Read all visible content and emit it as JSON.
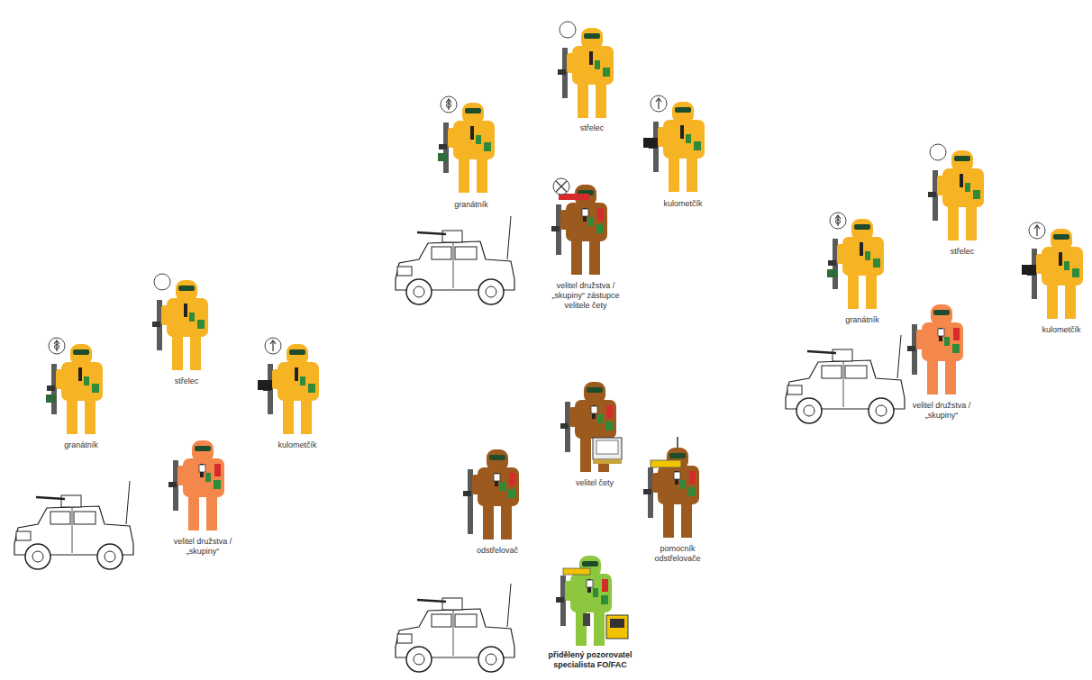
{
  "diagram": {
    "labels": [
      "střelec",
      "granátník",
      "kulometčík",
      "velitel družstva / „skupiny“ zástupce velitele čety",
      "střelec",
      "granátník",
      "kulometčík",
      "velitel družstva / „skupiny“",
      "střelec",
      "granátník",
      "kulometčík",
      "velitel družstva / „skupiny“",
      "velitel čety",
      "odstřelovač",
      "pomocník odstřelovače",
      "přidělený pozorovatel specialista FO/FAC"
    ]
  }
}
